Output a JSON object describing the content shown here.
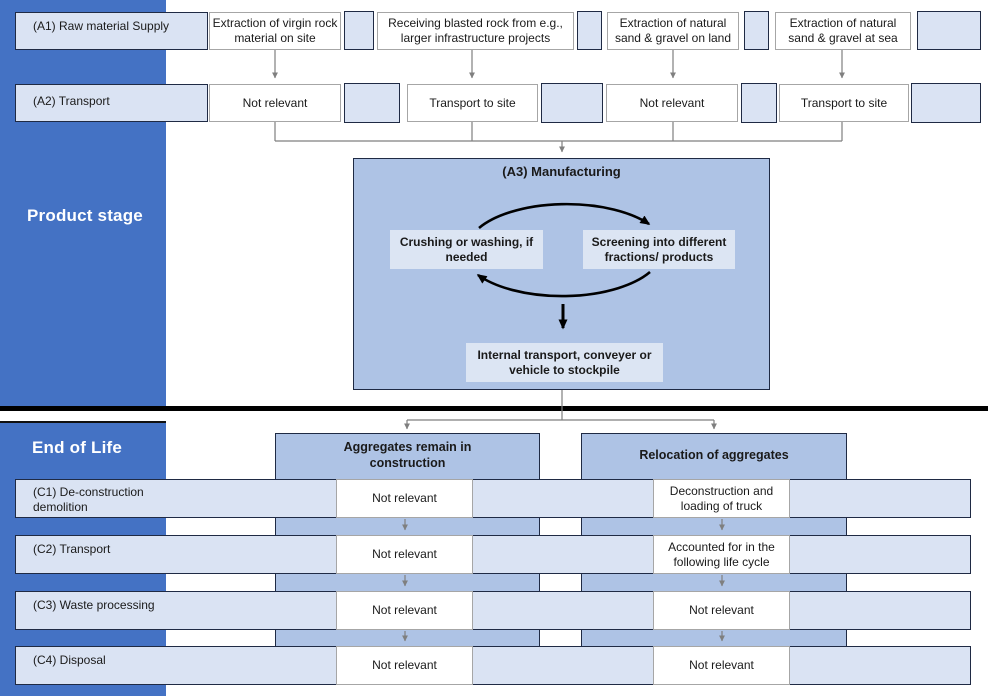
{
  "colors": {
    "sidebar_blue": "#4472C4",
    "light_blue": "#DAE3F3",
    "medium_blue": "#AEC3E5",
    "inner_box_blue": "#DCE5F3",
    "dark_border": "#1F2A44",
    "cell_border_gray": "#A6A6A6",
    "connector_gray": "#7F7F7F",
    "divider_black": "#000000"
  },
  "sidebar": {
    "product_stage_label": "Product stage",
    "end_of_life_label": "End of Life"
  },
  "product_stage": {
    "row_a1": {
      "label": "(A1) Raw material Supply",
      "cells": [
        "Extraction of virgin rock material on site",
        "Receiving blasted rock from e.g., larger infrastructure projects",
        "Extraction of natural sand & gravel on land",
        "Extraction of natural sand & gravel at sea"
      ]
    },
    "row_a2": {
      "label": "(A2) Transport",
      "cells": [
        "Not relevant",
        "Transport to site",
        "Not relevant",
        "Transport to site"
      ]
    },
    "manufacturing": {
      "title": "(A3) Manufacturing",
      "crushing": "Crushing or washing, if needed",
      "screening": "Screening into different fractions/ products",
      "internal_transport": "Internal transport, conveyer or vehicle to stockpile"
    }
  },
  "end_of_life": {
    "column_headers": [
      "Aggregates remain in construction",
      "Relocation of aggregates"
    ],
    "rows": [
      {
        "label": "(C1) De-construction demolition",
        "left_cell": "Not relevant",
        "right_cell": "Deconstruction and loading of truck"
      },
      {
        "label": "(C2) Transport",
        "left_cell": "Not relevant",
        "right_cell": "Accounted for in the following life cycle"
      },
      {
        "label": "(C3) Waste processing",
        "left_cell": "Not relevant",
        "right_cell": "Not relevant"
      },
      {
        "label": "(C4) Disposal",
        "left_cell": "Not relevant",
        "right_cell": "Not relevant"
      }
    ]
  }
}
